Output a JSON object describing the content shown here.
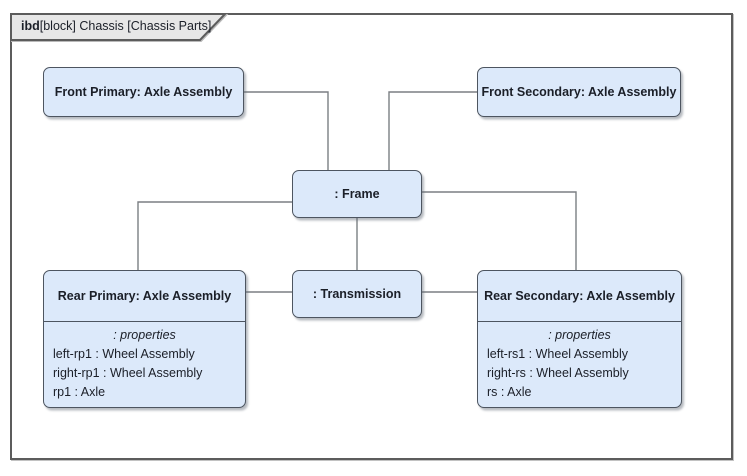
{
  "diagram": {
    "frame_label": {
      "keyword": "ibd",
      "rest": "[block] Chassis [Chassis Parts]"
    },
    "nodes": {
      "front_primary": {
        "title": "Front Primary: Axle Assembly"
      },
      "front_secondary": {
        "title": "Front Secondary: Axle Assembly"
      },
      "frame": {
        "title": ": Frame"
      },
      "transmission": {
        "title": ": Transmission"
      },
      "rear_primary": {
        "title": "Rear Primary: Axle Assembly",
        "compartment_label": ": properties",
        "properties": [
          "left-rp1 : Wheel Assembly",
          "right-rp1 : Wheel Assembly",
          "rp1 : Axle"
        ]
      },
      "rear_secondary": {
        "title": "Rear Secondary: Axle Assembly",
        "compartment_label": ": properties",
        "properties": [
          "left-rs1 : Wheel Assembly",
          "right-rs : Wheel Assembly",
          "rs : Axle"
        ]
      }
    },
    "colors": {
      "node_fill": "#dce9fa",
      "node_border": "#4d5560",
      "connector": "#7b7f83",
      "frame_border": "#5c5c5c",
      "tab_fill": "#e7e7e7",
      "text": "#1b1f28"
    }
  }
}
